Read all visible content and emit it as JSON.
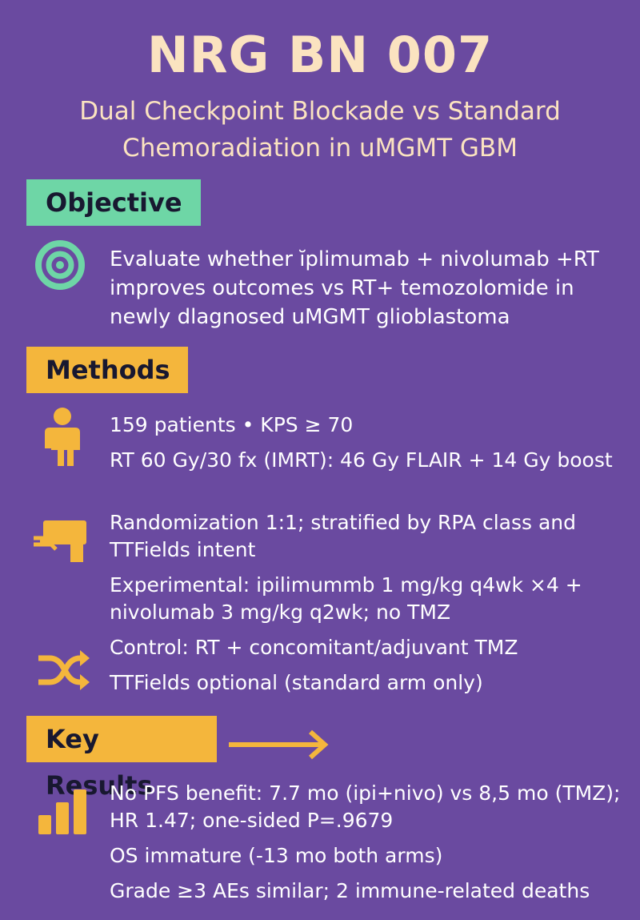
{
  "title": "NRG BN 007",
  "subtitle": "Dual Checkpoint Blockade vs Standard Chemoradiation in uMGMT GBM",
  "objective": {
    "label": "Objective",
    "text": "Evaluate whether ĭplimumab + nivolumab +RT improves outcomes vs RT+ temozolomide in newly dlagnosed uMGMT glioblastoma",
    "icon": "target-icon"
  },
  "methods": {
    "label": "Methods",
    "line1": "159 patients • KPS ≥ 70",
    "line2": "RT 60 Gy/30 fx (IMRT): 46 Gy FLAIR + 14 Gy boost",
    "line3": "Randomization 1:1; stratified by RPA class and TTFields intent",
    "line4": "Experimental: ipilimummb 1 mg/kg q4wk ×4 + nivolumab 3 mg/kg q2wk; no TMZ",
    "line5": "Control: RT + concomitant/adjuvant TMZ",
    "line6": "TTFields optional (standard arm only)",
    "icons": [
      "person-icon",
      "device-icon",
      "shuffle-icon"
    ]
  },
  "results": {
    "label": "Key Results",
    "line1": "No PFS benefit: 7.7 mo (ipi+nivo) vs 8,5 mo (TMZ); HR 1.47; one-sided P=.9679",
    "line2": "OS immature (-13 mo both arms)",
    "line3": "Grade ≥3 AEs similar; 2 immune-related deaths",
    "icons": [
      "bar-chart-icon",
      "arrow-right-icon"
    ]
  },
  "colors": {
    "background": "#6a4aa0",
    "title": "#fbe3c0",
    "objective_accent": "#6ed6a6",
    "methods_accent": "#f4b63c"
  }
}
